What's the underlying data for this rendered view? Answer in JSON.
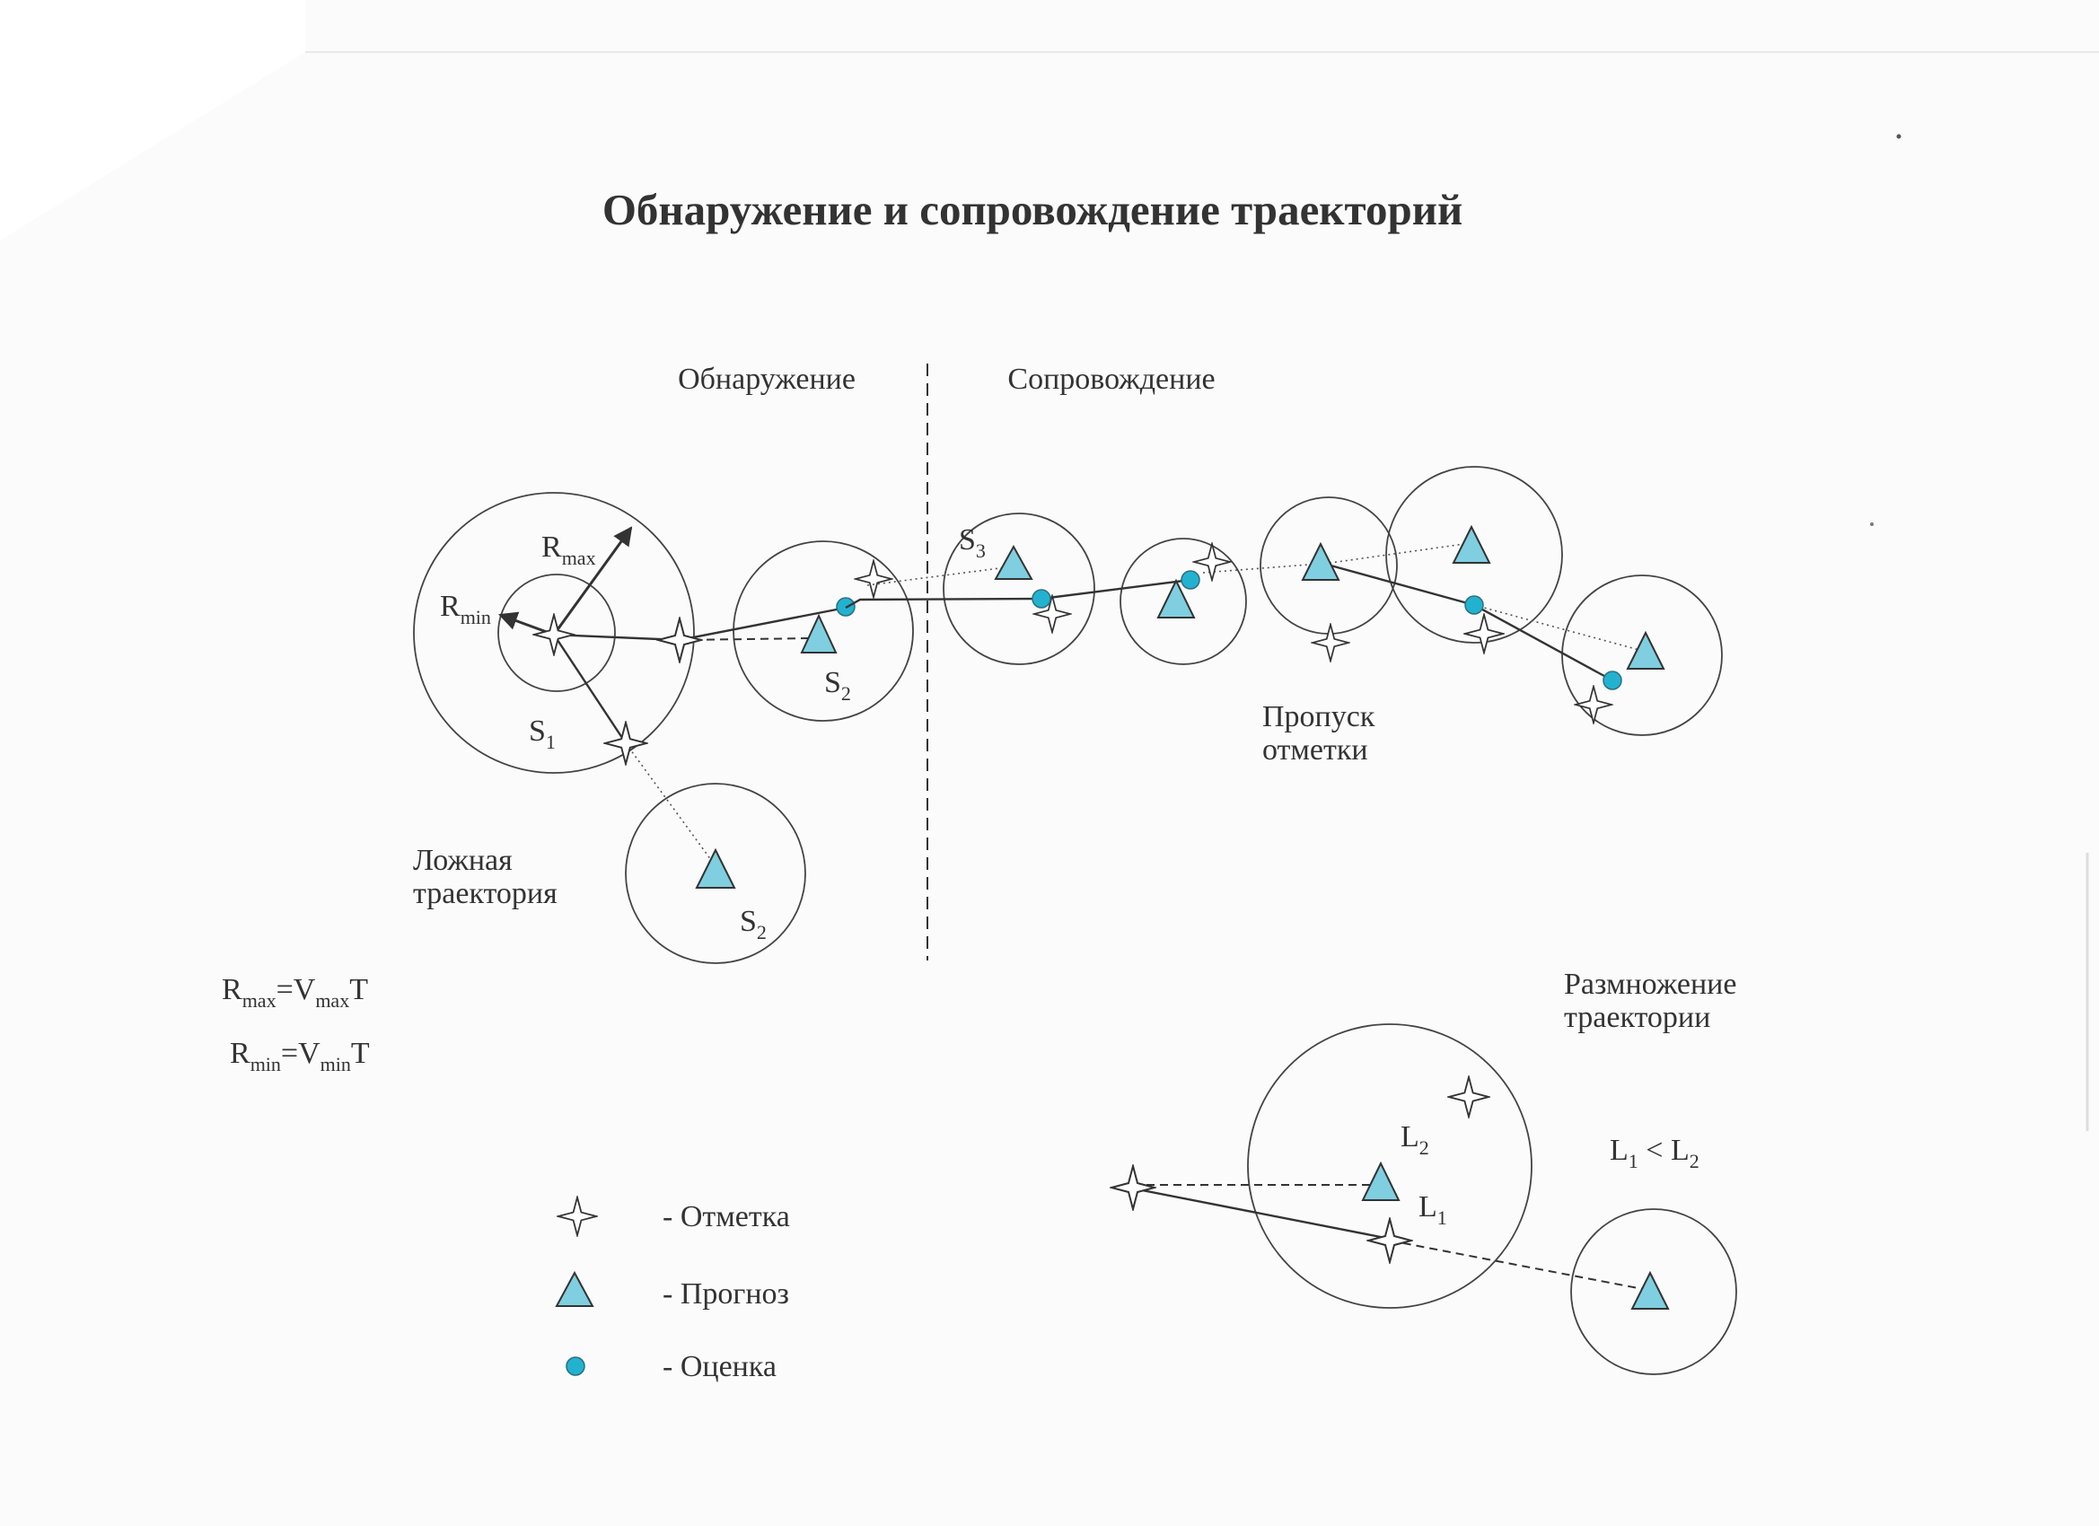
{
  "title": "Обнаружение и сопровождение траекторий",
  "sections": {
    "detection": "Обнаружение",
    "tracking": "Сопровождение"
  },
  "symbols": {
    "s3": "S",
    "s3_sub": "3",
    "s2_top": "S",
    "s2_top_sub": "2",
    "s1": "S",
    "s1_sub": "1",
    "s2_low": "S",
    "s2_low_sub": "2",
    "rmax": "R",
    "rmax_sub": "max",
    "rmin": "R",
    "rmin_sub": "min",
    "l2": "L",
    "l2_sub": "2",
    "l1": "L",
    "l1_sub": "1"
  },
  "annotations": {
    "miss_line1": "Пропуск",
    "miss_line2": "отметки",
    "false_line1": "Ложная",
    "false_line2": "траектория",
    "split_line1": "Размножение",
    "split_line2": "траектории"
  },
  "formulas": {
    "f1": {
      "a": "R",
      "a_sub": "max",
      "eq": "=V",
      "b_sub": "max",
      "tail": "T"
    },
    "f2": {
      "a": "R",
      "a_sub": "min",
      "eq": "=V",
      "b_sub": "min",
      "tail": "T"
    },
    "ineq": {
      "a": "L",
      "a_sub": "1",
      "op": " < L",
      "b_sub": "2"
    }
  },
  "legend": {
    "mark": "- Отметка",
    "forecast": "- Прогноз",
    "estimate": "- Оценка"
  },
  "colors": {
    "forecast_fill": "#7fcfe0",
    "estimate_fill": "#22b2d0",
    "ink": "#333333"
  },
  "icons": {
    "mark": "four-point-star-icon",
    "forecast": "triangle-icon",
    "estimate": "filled-circle-icon"
  }
}
